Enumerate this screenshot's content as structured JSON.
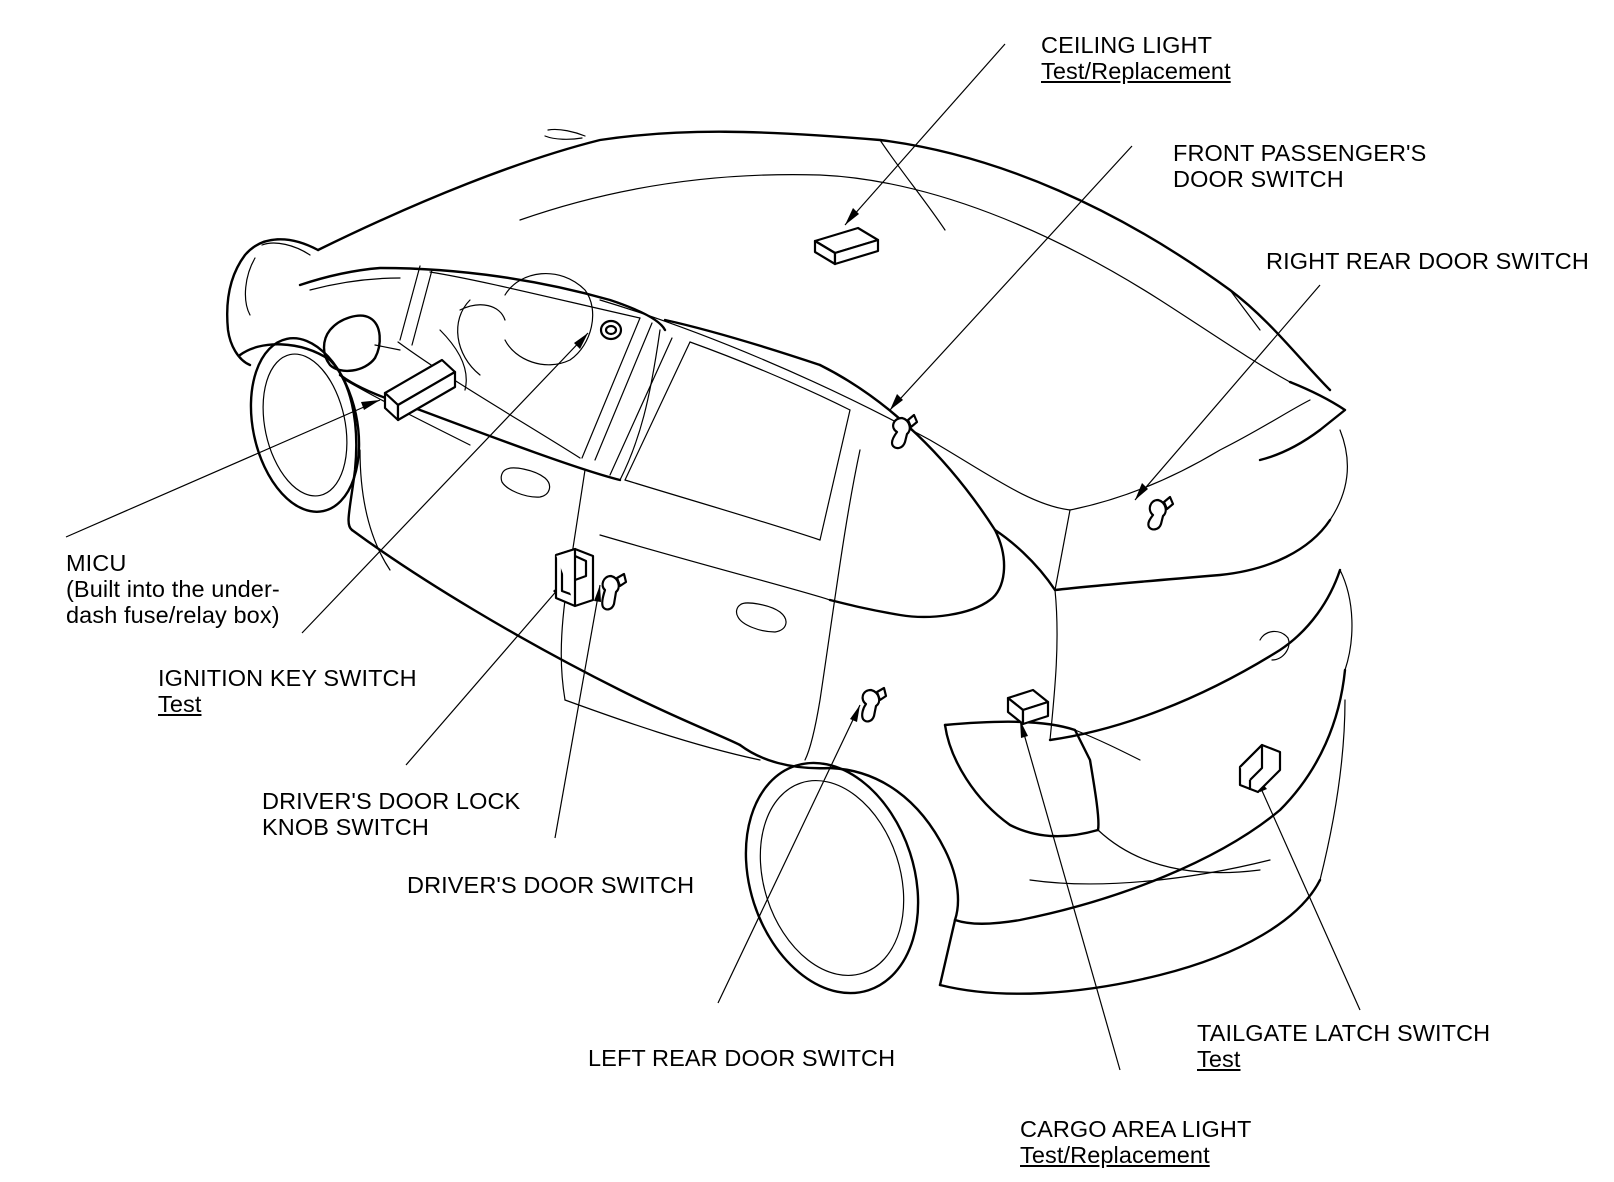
{
  "diagram": {
    "callouts": [
      {
        "id": "ceiling-light",
        "lines": [
          "CEILING LIGHT"
        ],
        "link": "Test/Replacement"
      },
      {
        "id": "front-passenger-door-switch",
        "lines": [
          "FRONT PASSENGER'S",
          "DOOR SWITCH"
        ],
        "link": ""
      },
      {
        "id": "right-rear-door-switch",
        "lines": [
          "RIGHT REAR DOOR SWITCH"
        ],
        "link": ""
      },
      {
        "id": "micu",
        "lines": [
          "MICU",
          "(Built into the under-",
          "dash fuse/relay box)"
        ],
        "link": ""
      },
      {
        "id": "ignition-key-switch",
        "lines": [
          "IGNITION KEY SWITCH"
        ],
        "link": "Test"
      },
      {
        "id": "drivers-door-lock-knob-switch",
        "lines": [
          "DRIVER'S DOOR LOCK",
          "KNOB SWITCH"
        ],
        "link": ""
      },
      {
        "id": "drivers-door-switch",
        "lines": [
          "DRIVER'S DOOR SWITCH"
        ],
        "link": ""
      },
      {
        "id": "left-rear-door-switch",
        "lines": [
          "LEFT REAR DOOR SWITCH"
        ],
        "link": ""
      },
      {
        "id": "tailgate-latch-switch",
        "lines": [
          "TAILGATE LATCH SWITCH"
        ],
        "link": "Test"
      },
      {
        "id": "cargo-area-light",
        "lines": [
          "CARGO AREA LIGHT"
        ],
        "link": "Test/Replacement"
      }
    ]
  }
}
